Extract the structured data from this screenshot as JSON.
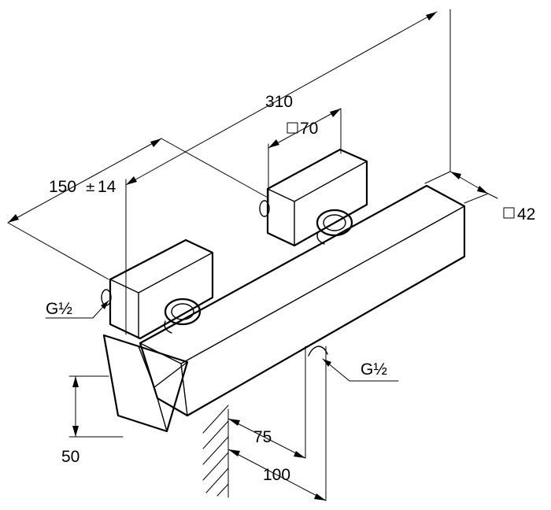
{
  "dimensions": {
    "overall_width": "310",
    "centre_distance": "150",
    "centre_tolerance": "14",
    "tolerance_sign": "±",
    "flange_size": "70",
    "bar_section": "42",
    "square_symbol": "□",
    "thread_left": "G½",
    "thread_bottom": "G½",
    "outlet_height": "50",
    "outlet_offset_75": "75",
    "outlet_offset_100": "100"
  }
}
